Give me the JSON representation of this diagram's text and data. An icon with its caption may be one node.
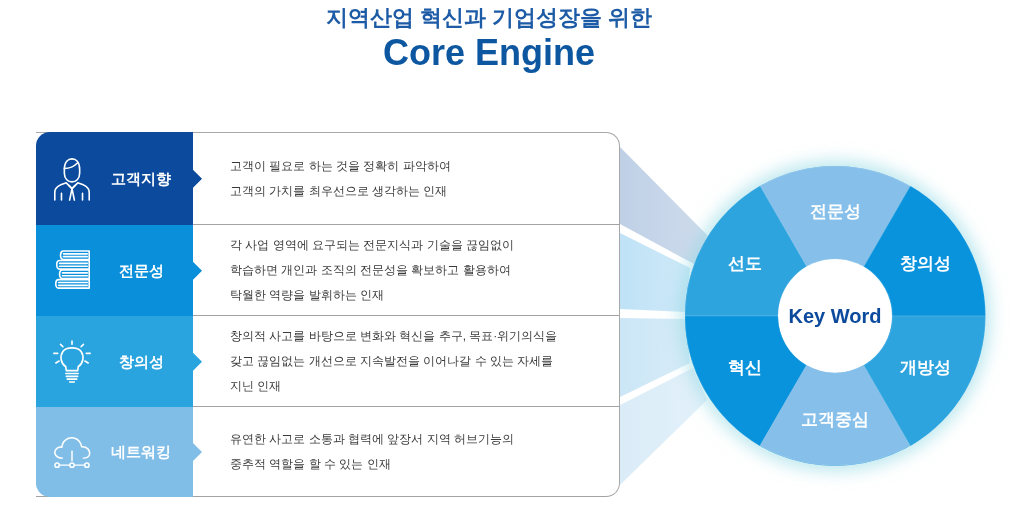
{
  "diagram": {
    "title": "지역산업 혁신과 기업성장을 위한",
    "nodes": [
      {
        "text": [
          "고객지향",
          "고객이 필요로 하는 것을 정확히 파악하여 고객의 가치를 최우선으로 생각하는 인재"
        ]
      },
      {
        "text": [
          "전문성",
          "각 사업 영역에 요구되는 전문지식과 기술을 끊임없이 학습하면 개인과 조직의 전문성을 확보하고 활용하여 탁월한 역량을 발휘하는 인재"
        ]
      },
      {
        "text": [
          "창의성",
          "창의적 사고를 바탕으로 변화와 혁신을 추구, 목표·위기의식을 갖고 끊임없는 개선으로 지속발전을 이어나갈 수 있는 자세를 지닌 인재"
        ]
      },
      {
        "text": [
          "네트워킹",
          "유연한 사고로 소통과 협력에 앞장서 지역 허브기능의 중추적 역할을 할 수 있는 인재"
        ]
      },
      {
        "text": [
          "전문성"
        ]
      },
      {
        "text": [
          "선도"
        ]
      },
      {
        "text": [
          "창의성"
        ]
      },
      {
        "text": [
          "Key Word"
        ]
      },
      {
        "text": [
          "혁신"
        ]
      },
      {
        "text": [
          "개방성"
        ]
      },
      {
        "text": [
          "고객중심"
        ]
      }
    ],
    "labels": [
      "Core Engine"
    ]
  }
}
